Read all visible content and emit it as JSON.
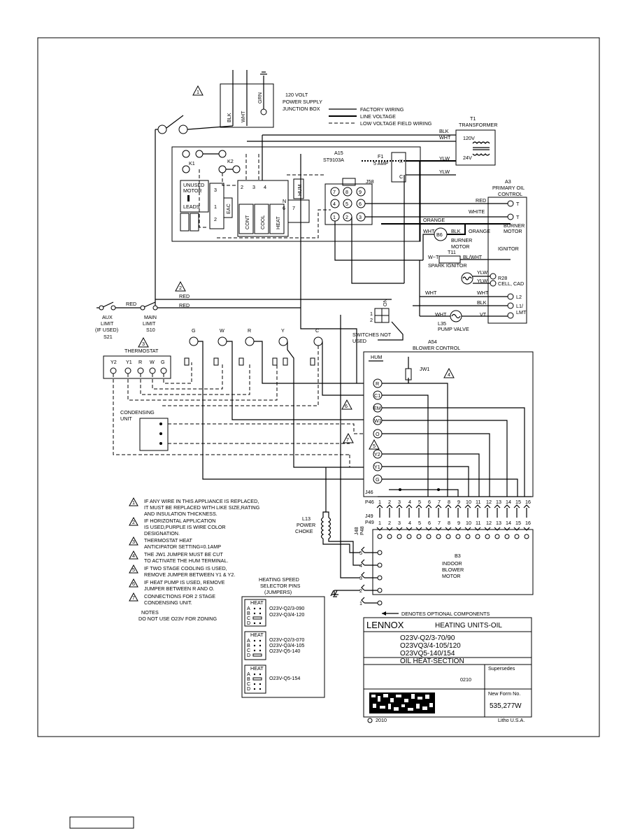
{
  "power": {
    "label": [
      "120 VOLT",
      "POWER SUPPLY",
      "JUNCTION BOX"
    ],
    "wires": [
      "BLK",
      "WHT",
      "GRN"
    ]
  },
  "legend": [
    "FACTORY WIRING",
    "LINE VOLTAGE",
    "LOW VOLTAGE FIELD WIRING"
  ],
  "transformer": {
    "label": [
      "T1",
      "TRANSFORMER"
    ],
    "taps": [
      "120V",
      "24V"
    ],
    "wires": [
      "BLK",
      "WHT",
      "YLW",
      "YLW"
    ]
  },
  "control_board": {
    "label": [
      "A15",
      "ST9103A"
    ],
    "fuse": [
      "F1",
      "5 AMP"
    ],
    "relays": [
      "K1",
      "K2"
    ],
    "terminals": [
      "UNUSED",
      "MOTOR",
      "LEADS",
      "CONT",
      "COOL",
      "HEAT",
      "HUM",
      "EAC",
      "N",
      "L",
      "X",
      "C"
    ],
    "plug": "J58",
    "pins": [
      "7",
      "8",
      "9",
      "4",
      "5",
      "6",
      "1",
      "2",
      "3"
    ],
    "small_nums": [
      "1",
      "2",
      "3",
      "4",
      "5",
      "6",
      "7"
    ]
  },
  "oil_control": {
    "label": [
      "A3",
      "PRIMARY OIL",
      "CONTROL"
    ],
    "terminals": [
      "T",
      "T",
      "BURNER",
      "MOTOR",
      "IGNITOR",
      "L2",
      "L1/",
      "LMT"
    ],
    "wire_colors": [
      "RED",
      "WHITE",
      "ORANGE",
      "ORANGE",
      "WHT",
      "BLK",
      "W~T",
      "BL/WHT",
      "YLW",
      "YLW",
      "WHT",
      "WHT",
      "BLK",
      "WHT",
      "VT"
    ]
  },
  "components": {
    "burner_motor": [
      "B6",
      "BURNER",
      "MOTOR"
    ],
    "spark_ignitor": [
      "T11",
      "SPARK IGNITOR"
    ],
    "cell": [
      "R28",
      "CELL, CAD"
    ],
    "pump_valve": [
      "L35",
      "PUMP VALVE"
    ],
    "switches": [
      "ON",
      "1",
      "2",
      "SWITCHES NOT",
      "USED"
    ]
  },
  "limits": {
    "aux": [
      "AUX",
      "LIMIT",
      "(IF USED)",
      "S21"
    ],
    "main": [
      "MAIN",
      "LIMIT",
      "S10"
    ],
    "red": [
      "RED",
      "RED",
      "RED"
    ]
  },
  "thermostat": {
    "label": "THERMOSTAT",
    "terminals": [
      "Y2",
      "Y1",
      "R",
      "W",
      "G"
    ],
    "top_terminals": [
      "G",
      "W",
      "R",
      "Y",
      "C"
    ]
  },
  "condensing": [
    "CONDENSING",
    "UNIT"
  ],
  "blower_control": {
    "label": [
      "A54",
      "BLOWER CONTROL"
    ],
    "terminals": [
      "HUM",
      "R",
      "C1",
      "EM",
      "W1",
      "O",
      "Y2",
      "Y1",
      "G"
    ],
    "jumper": "JW1",
    "plugs": [
      "J46",
      "P46",
      "J49",
      "P49",
      "J48",
      "P48"
    ],
    "pins": [
      "1",
      "2",
      "3",
      "4",
      "5",
      "6",
      "7",
      "8",
      "9",
      "10",
      "11",
      "12",
      "13",
      "14",
      "15",
      "16"
    ]
  },
  "choke": [
    "L13",
    "POWER",
    "CHOKE"
  ],
  "motor": {
    "label": [
      "B3",
      "INDOOR",
      "BLOWER",
      "MOTOR"
    ],
    "pins": [
      "5",
      "4",
      "3",
      "2",
      "1"
    ]
  },
  "notes": [
    {
      "n": "1",
      "lines": [
        "IF ANY WIRE IN THIS APPLIANCE IS REPLACED,",
        "IT MUST BE REPLACED WITH LIKE SIZE,RATING",
        "AND INSULATION THICKNESS."
      ]
    },
    {
      "n": "2",
      "lines": [
        "IF HORIZONTAL APPLICATION",
        "IS USED,PURPLE IS WIRE COLOR",
        "DESIGNATION."
      ]
    },
    {
      "n": "3",
      "lines": [
        "THERMOSTAT HEAT",
        "ANTICIPATOR SETTING=0.1AMP"
      ]
    },
    {
      "n": "4",
      "lines": [
        "THE JW1 JUMPER MUST BE CUT",
        "TO ACTIVATE THE HUM TERMINAL."
      ]
    },
    {
      "n": "5",
      "lines": [
        "IF TWO STAGE COOLING IS USED,",
        "REMOVE JUMPER BETWEEN Y1 & Y2."
      ]
    },
    {
      "n": "6",
      "lines": [
        "IF HEAT PUMP IS USED, REMOVE",
        "JUMPER BETWEEN R AND O."
      ]
    },
    {
      "n": "7",
      "lines": [
        "CONNECTIONS FOR 2 STAGE",
        "CONDENSING UNIT."
      ]
    }
  ],
  "notes_footer": [
    "NOTES",
    "DO NOT USE O23V FOR ZONING"
  ],
  "selector": {
    "title": [
      "HEATING SPEED",
      "SELECTOR PINS",
      "(JUMPERS)"
    ],
    "heat": "HEAT",
    "rows": [
      "A",
      "B",
      "C",
      "D"
    ],
    "groups": [
      [
        "O23V-Q2/3-090",
        "O23V-Q3/4-120"
      ],
      [
        "O23V-Q2/3-070",
        "O23V-Q3/4-105",
        "O23V-Q5-140"
      ],
      [
        "O23V-Q5-154"
      ]
    ]
  },
  "optional_note": "DENOTES OPTIONAL COMPONENTS",
  "title_block": {
    "brand": "LENNOX",
    "title": "HEATING UNITS-OIL",
    "models": [
      "O23V-Q2/3-70/90",
      "O23VQ3/4-105/120",
      "O23VQ5-140/154"
    ],
    "section": "OIL HEAT-SECTION",
    "supersedes": "Supersedes",
    "date_code": "0210",
    "new_form": "New Form No.",
    "form_number": "535,277W",
    "copyright": "2010",
    "litho": "Litho U.S.A."
  }
}
